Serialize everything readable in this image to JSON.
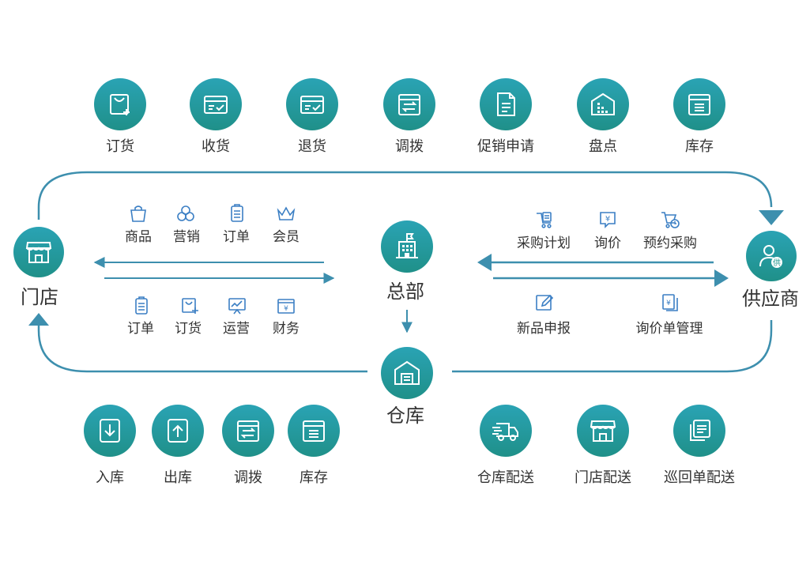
{
  "colors": {
    "accent": "#3d8fae",
    "circle_top": "#2aa3b4",
    "circle_bottom": "#1f9089",
    "small_icon": "#3b7fc4",
    "text": "#333333"
  },
  "top_row": [
    {
      "label": "订货",
      "icon": "shopping-bag-plus-icon"
    },
    {
      "label": "收货",
      "icon": "box-check-icon"
    },
    {
      "label": "退货",
      "icon": "box-return-icon"
    },
    {
      "label": "调拨",
      "icon": "transfer-box-icon"
    },
    {
      "label": "促销申请",
      "icon": "document-icon"
    },
    {
      "label": "盘点",
      "icon": "warehouse-grid-icon"
    },
    {
      "label": "库存",
      "icon": "stock-box-icon"
    }
  ],
  "nodes": {
    "store": {
      "label": "门店",
      "icon": "storefront-icon"
    },
    "hq": {
      "label": "总部",
      "icon": "building-flag-icon"
    },
    "supplier": {
      "label": "供应商",
      "icon": "supplier-person-icon",
      "badge": "供"
    },
    "warehouse": {
      "label": "仓库",
      "icon": "warehouse-icon"
    }
  },
  "store_hq_top": [
    {
      "label": "商品",
      "icon": "bag-icon"
    },
    {
      "label": "营销",
      "icon": "marketing-circles-icon"
    },
    {
      "label": "订单",
      "icon": "clipboard-icon"
    },
    {
      "label": "会员",
      "icon": "crown-icon"
    }
  ],
  "store_hq_bottom": [
    {
      "label": "订单",
      "icon": "clipboard-icon"
    },
    {
      "label": "订货",
      "icon": "cart-plus-icon"
    },
    {
      "label": "运营",
      "icon": "chart-board-icon"
    },
    {
      "label": "财务",
      "icon": "finance-icon"
    }
  ],
  "hq_supplier_top": [
    {
      "label": "采购计划",
      "icon": "purchase-plan-icon"
    },
    {
      "label": "询价",
      "icon": "price-tag-icon"
    },
    {
      "label": "预约采购",
      "icon": "cart-clock-icon"
    }
  ],
  "hq_supplier_bottom": [
    {
      "label": "新品申报",
      "icon": "edit-icon"
    },
    {
      "label": "询价单管理",
      "icon": "price-docs-icon"
    }
  ],
  "warehouse_row": [
    {
      "label": "入库",
      "icon": "inbound-icon"
    },
    {
      "label": "出库",
      "icon": "outbound-icon"
    },
    {
      "label": "调拨",
      "icon": "transfer-box-icon"
    },
    {
      "label": "库存",
      "icon": "stock-box-icon"
    }
  ],
  "delivery_row": [
    {
      "label": "仓库配送",
      "icon": "truck-icon"
    },
    {
      "label": "门店配送",
      "icon": "storefront-icon"
    },
    {
      "label": "巡回单配送",
      "icon": "stacked-pages-icon"
    }
  ],
  "symbols": {
    "yen": "¥"
  }
}
